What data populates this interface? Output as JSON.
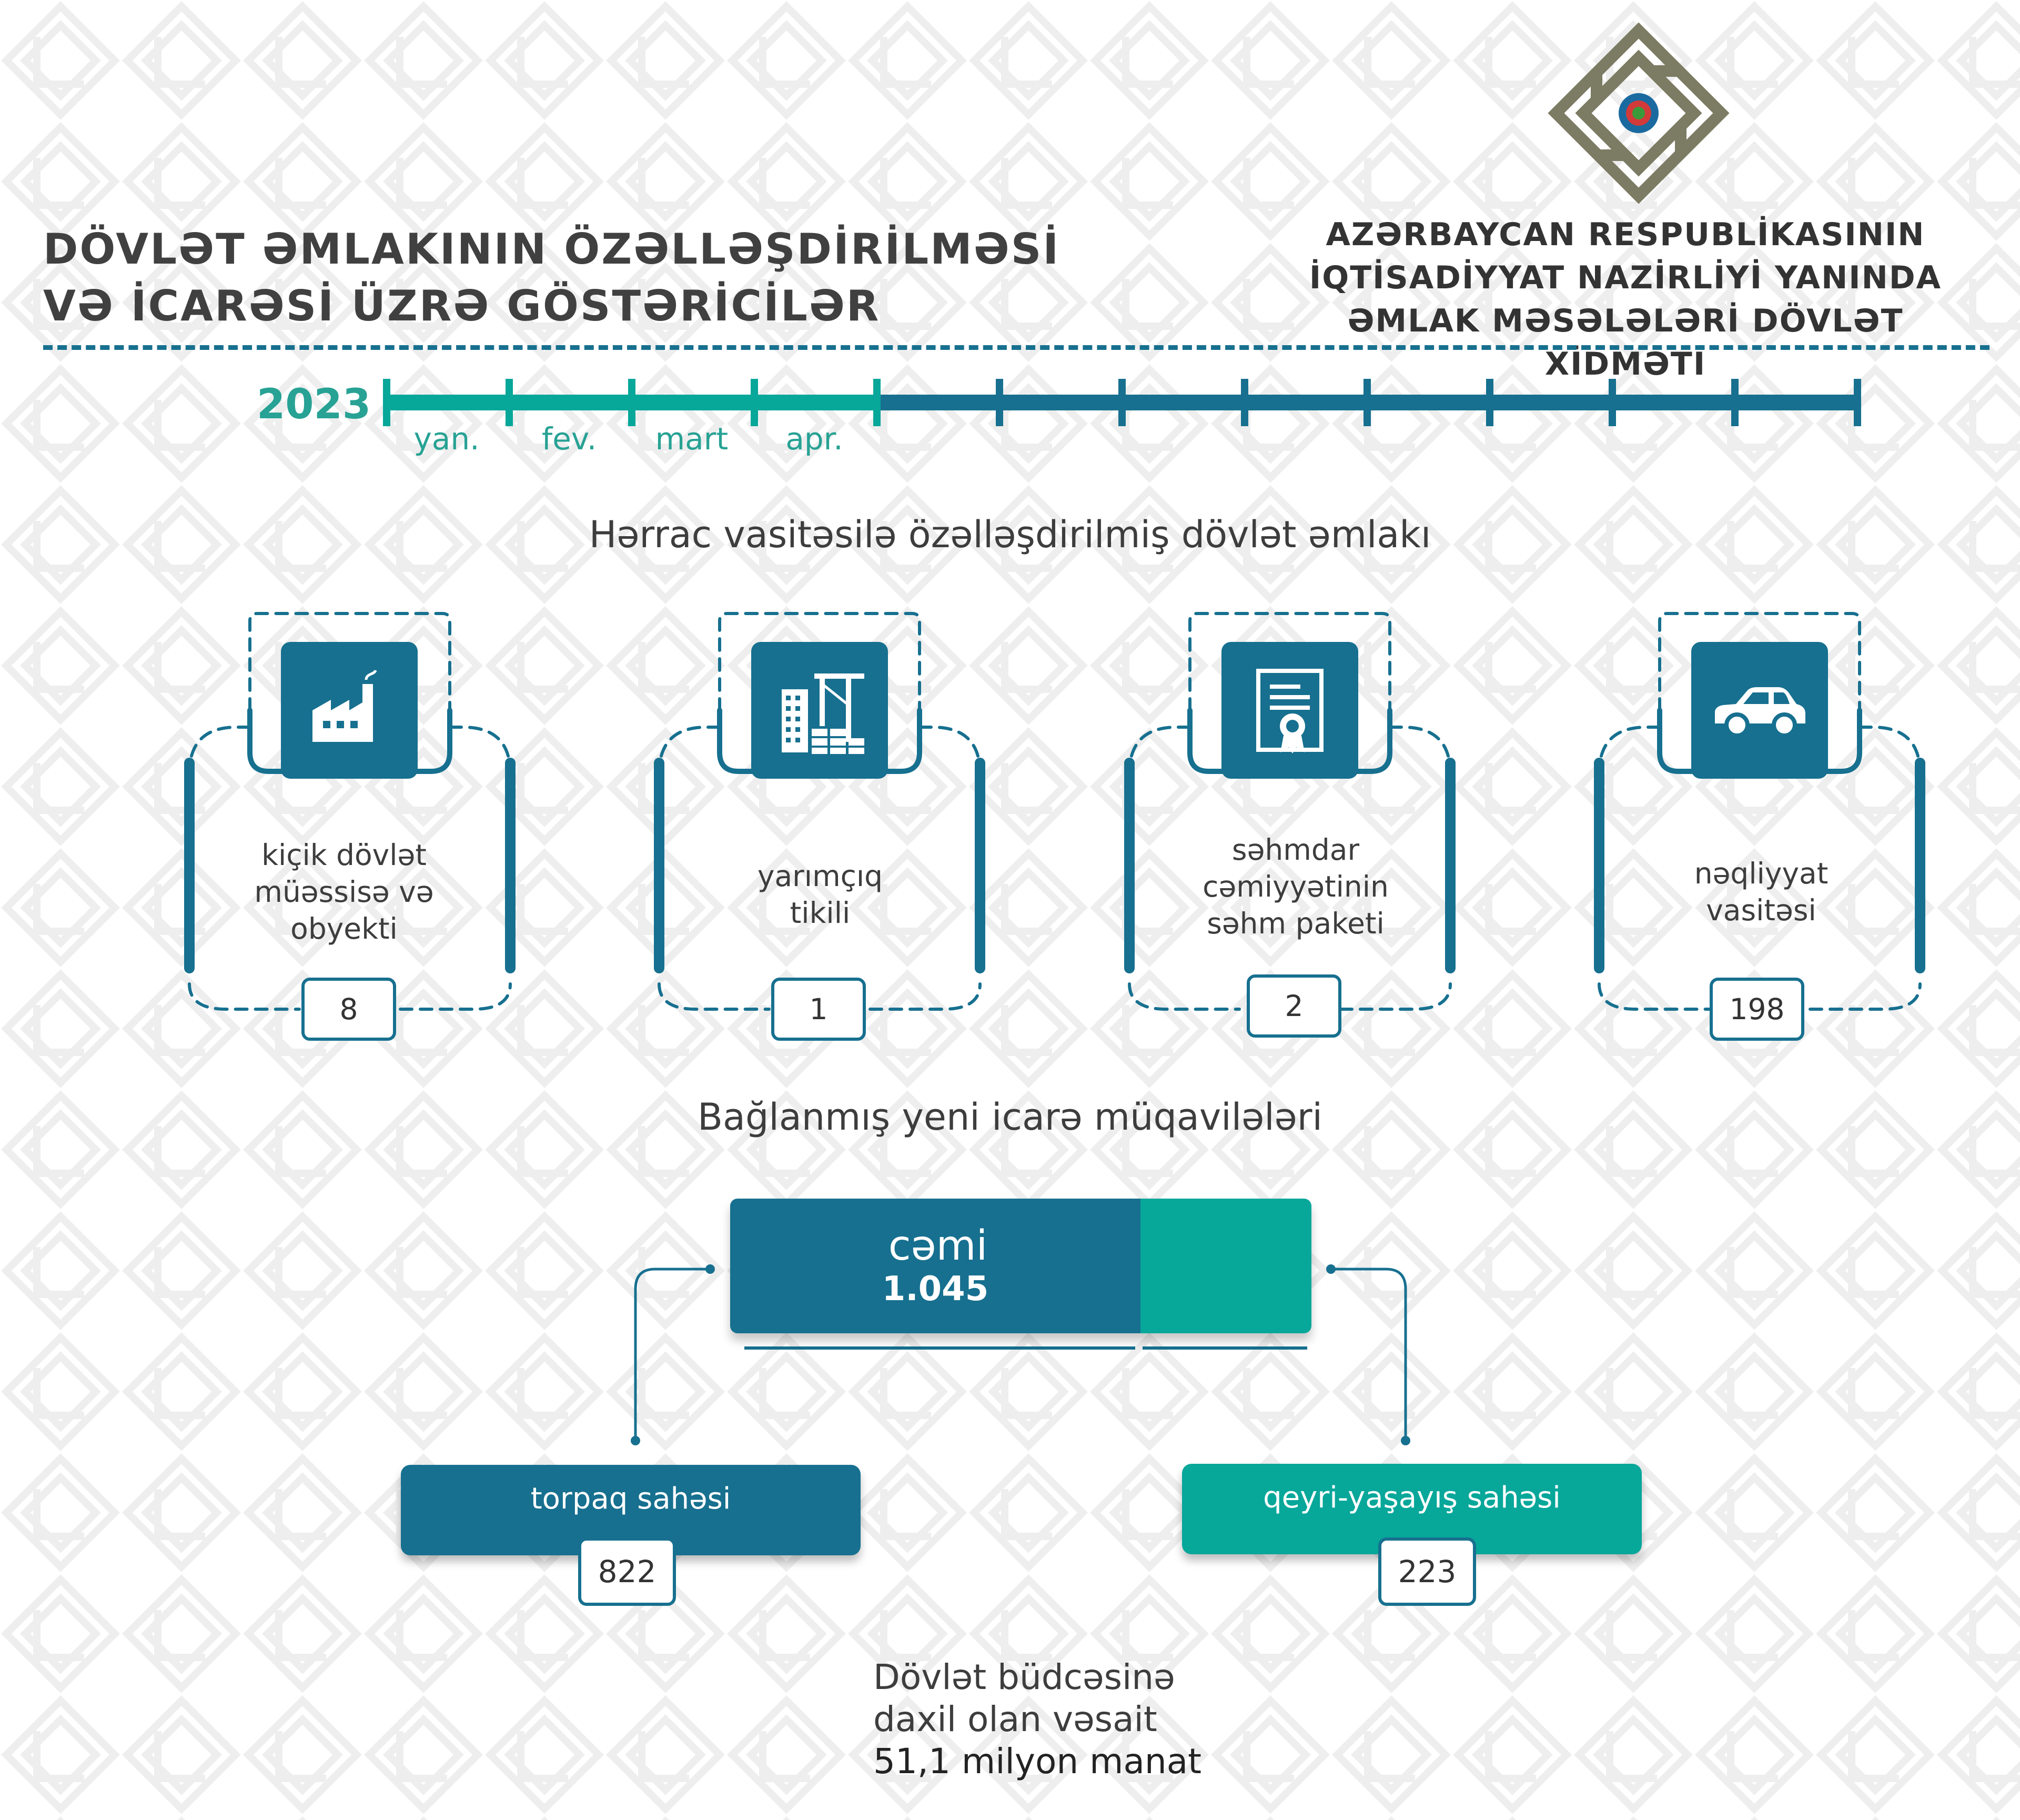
{
  "header": {
    "title_line1": "DÖVLƏT ƏMLAKININ ÖZƏLLƏŞDİRİLMƏSİ",
    "title_line2": "VƏ İCARƏSİ ÜZRƏ GÖSTƏRİCİLƏR",
    "org_line1": "AZƏRBAYCAN RESPUBLİKASININ",
    "org_line2": "İQTİSADİYYAT NAZİRLİYİ YANINDA",
    "org_line3": "ƏMLAK MƏSƏLƏLƏRİ DÖVLƏT XİDMƏTİ"
  },
  "timeline": {
    "year": "2023",
    "months": [
      "yan.",
      "fev.",
      "mart",
      "apr."
    ],
    "months_completed": 4,
    "months_total": 12
  },
  "privatization": {
    "title": "Hərrac vasitəsilə özəlləşdirilmiş dövlət əmlakı",
    "cards": [
      {
        "icon": "factory-icon",
        "label_lines": [
          "kiçik dövlət",
          "müəssisə və",
          "obyekti"
        ],
        "value": "8"
      },
      {
        "icon": "construction-icon",
        "label_lines": [
          "yarımçıq",
          "tikili"
        ],
        "value": "1"
      },
      {
        "icon": "certificate-icon",
        "label_lines": [
          "səhmdar",
          "cəmiyyətinin",
          "səhm paketi"
        ],
        "value": "2"
      },
      {
        "icon": "car-icon",
        "label_lines": [
          "nəqliyyat",
          "vasitəsi"
        ],
        "value": "198"
      }
    ]
  },
  "leases": {
    "title": "Bağlanmış yeni icarə müqavilələri",
    "total_label": "cəmi",
    "total_value": "1.045",
    "land": {
      "label": "torpaq sahəsi",
      "value": "822"
    },
    "nonresidential": {
      "label": "qeyri-yaşayış sahəsi",
      "value": "223"
    }
  },
  "budget": {
    "line1": "Dövlət büdcəsinə",
    "line2": "daxil olan vəsait",
    "line3": "51,1 milyon manat"
  },
  "colors": {
    "primary": "#17708f",
    "accent": "#07a79a",
    "text": "#3d3d3d",
    "pattern": "#eeeeee"
  }
}
